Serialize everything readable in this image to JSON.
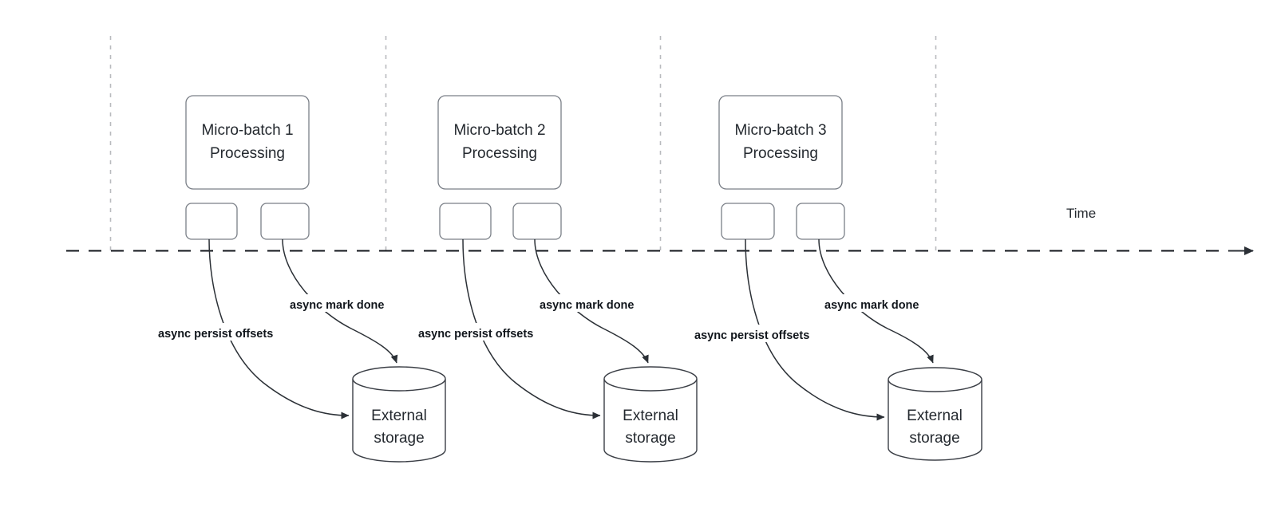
{
  "diagram": {
    "title_axis_label": "Time",
    "groups": [
      {
        "id": "group-1",
        "batch_label_line1": "Micro-batch 1",
        "batch_label_line2": "Processing",
        "storage_label_line1": "External",
        "storage_label_line2": "storage",
        "edge_label_persist": "async persist offsets",
        "edge_label_mark": "async mark done"
      },
      {
        "id": "group-2",
        "batch_label_line1": "Micro-batch 2",
        "batch_label_line2": "Processing",
        "storage_label_line1": "External",
        "storage_label_line2": "storage",
        "edge_label_persist": "async persist offsets",
        "edge_label_mark": "async mark done"
      },
      {
        "id": "group-3",
        "batch_label_line1": "Micro-batch 3",
        "batch_label_line2": "Processing",
        "storage_label_line1": "External",
        "storage_label_line2": "storage",
        "edge_label_persist": "async persist offsets",
        "edge_label_mark": "async mark done"
      }
    ],
    "colors": {
      "background": "#ffffff",
      "node_stroke": "#7a7f87",
      "cylinder_stroke": "#3b3f46",
      "text": "#24292f",
      "label_text": "#11161c",
      "timeline": "#12161b",
      "boundary_line": "#b9bbbe",
      "arrow": "#2b3036"
    }
  }
}
